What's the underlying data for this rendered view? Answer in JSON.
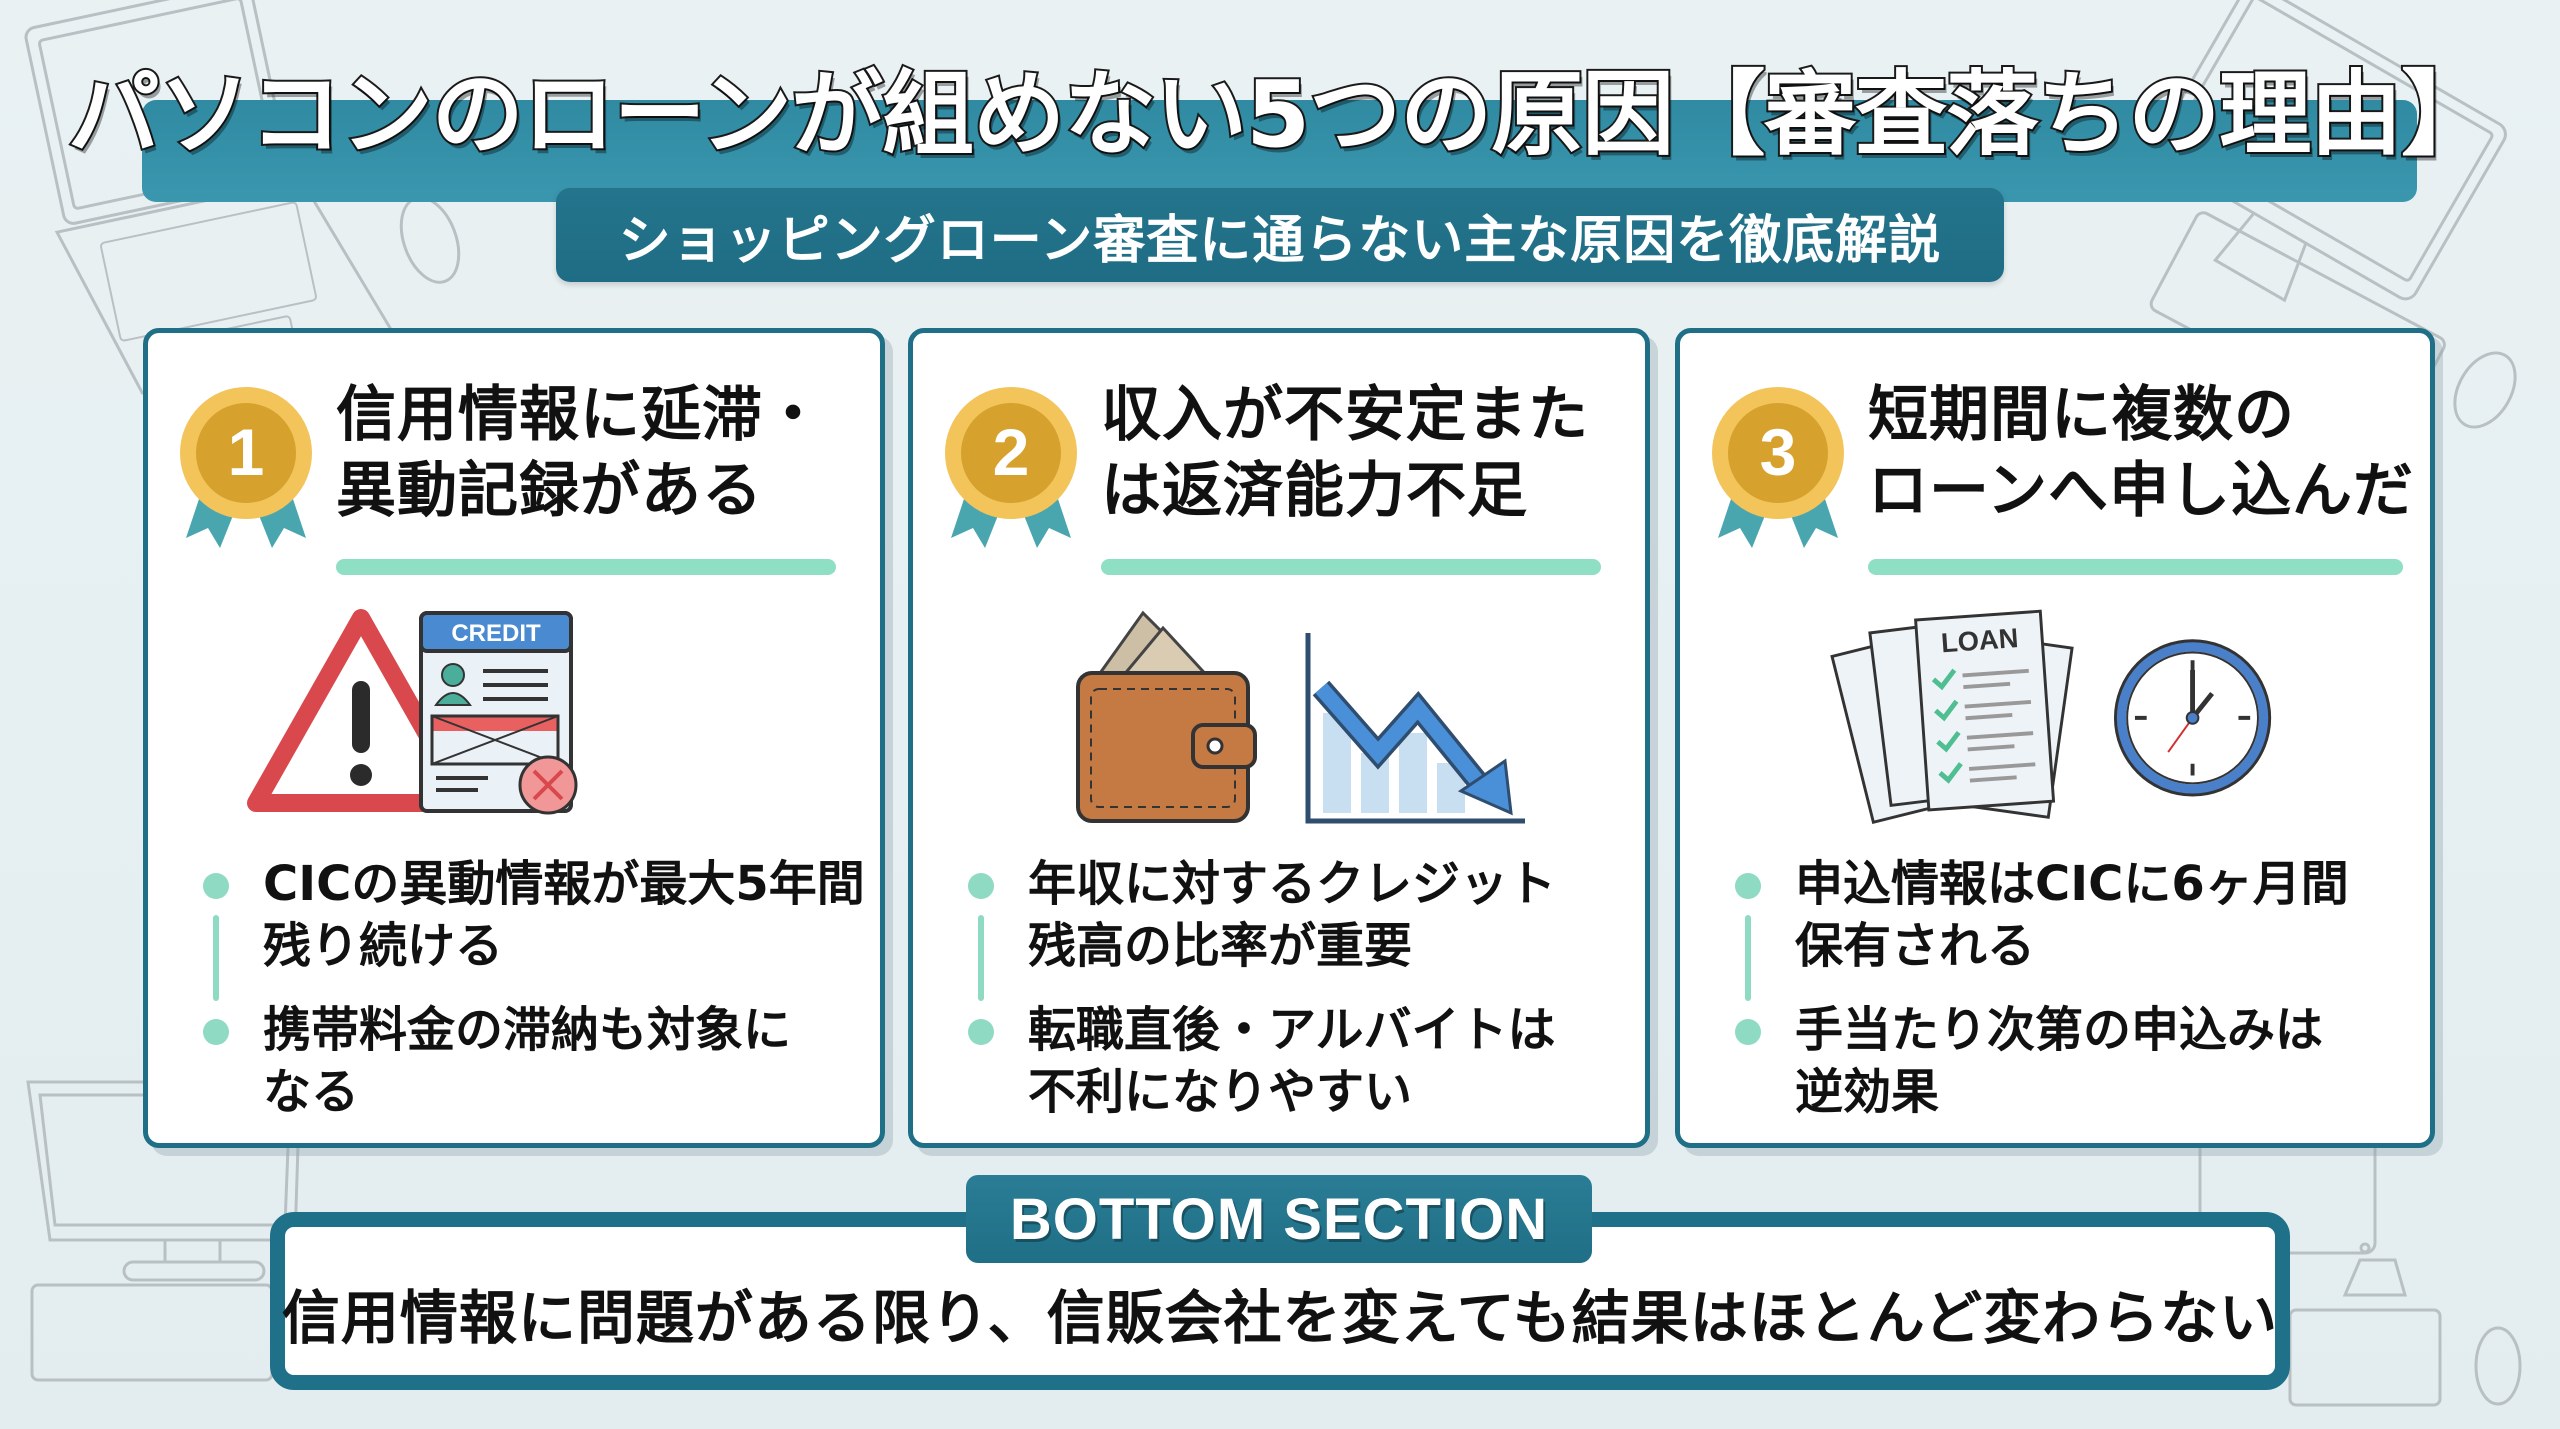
{
  "header": {
    "title": "パソコンのローンが組めない5つの原因【審査落ちの理由】",
    "subtitle": "ショッピングローン審査に通らない主な原因を徹底解説"
  },
  "cards": [
    {
      "number": "1",
      "heading_line1": "信用情報に延滞・",
      "heading_line2": "異動記録がある",
      "icons": [
        "warning-triangle-icon",
        "credit-report-icon"
      ],
      "credit_label": "CREDIT",
      "bullets": [
        {
          "line1": "CICの異動情報が最大5年間",
          "line2": "残り続ける"
        },
        {
          "line1": "携帯料金の滞納も対象に",
          "line2": "なる"
        }
      ]
    },
    {
      "number": "2",
      "heading_line1": "収入が不安定また",
      "heading_line2": "は返済能力不足",
      "icons": [
        "wallet-icon",
        "declining-chart-icon"
      ],
      "bullets": [
        {
          "line1": "年収に対するクレジット",
          "line2": "残高の比率が重要"
        },
        {
          "line1": "転職直後・アルバイトは",
          "line2": "不利になりやすい"
        }
      ]
    },
    {
      "number": "3",
      "heading_line1": "短期間に複数の",
      "heading_line2": "ローンへ申し込んだ",
      "icons": [
        "loan-documents-icon",
        "clock-icon"
      ],
      "loan_label": "LOAN",
      "bullets": [
        {
          "line1": "申込情報はCICに6ヶ月間",
          "line2": "保有される"
        },
        {
          "line1": "手当たり次第の申込みは",
          "line2": "逆効果"
        }
      ]
    }
  ],
  "bottom": {
    "label": "BOTTOM SECTION",
    "text": "信用情報に問題がある限り、信販会社を変えても結果はほとんど変わらない"
  },
  "colors": {
    "background": "#e6eff2",
    "title_band": "#3590a8",
    "subtitle_band": "#21718a",
    "card_border": "#1f6f86",
    "accent_mint": "#8fdfc5",
    "medal_gold": "#d9a42e",
    "medal_ribbon": "#4aa6ae"
  }
}
